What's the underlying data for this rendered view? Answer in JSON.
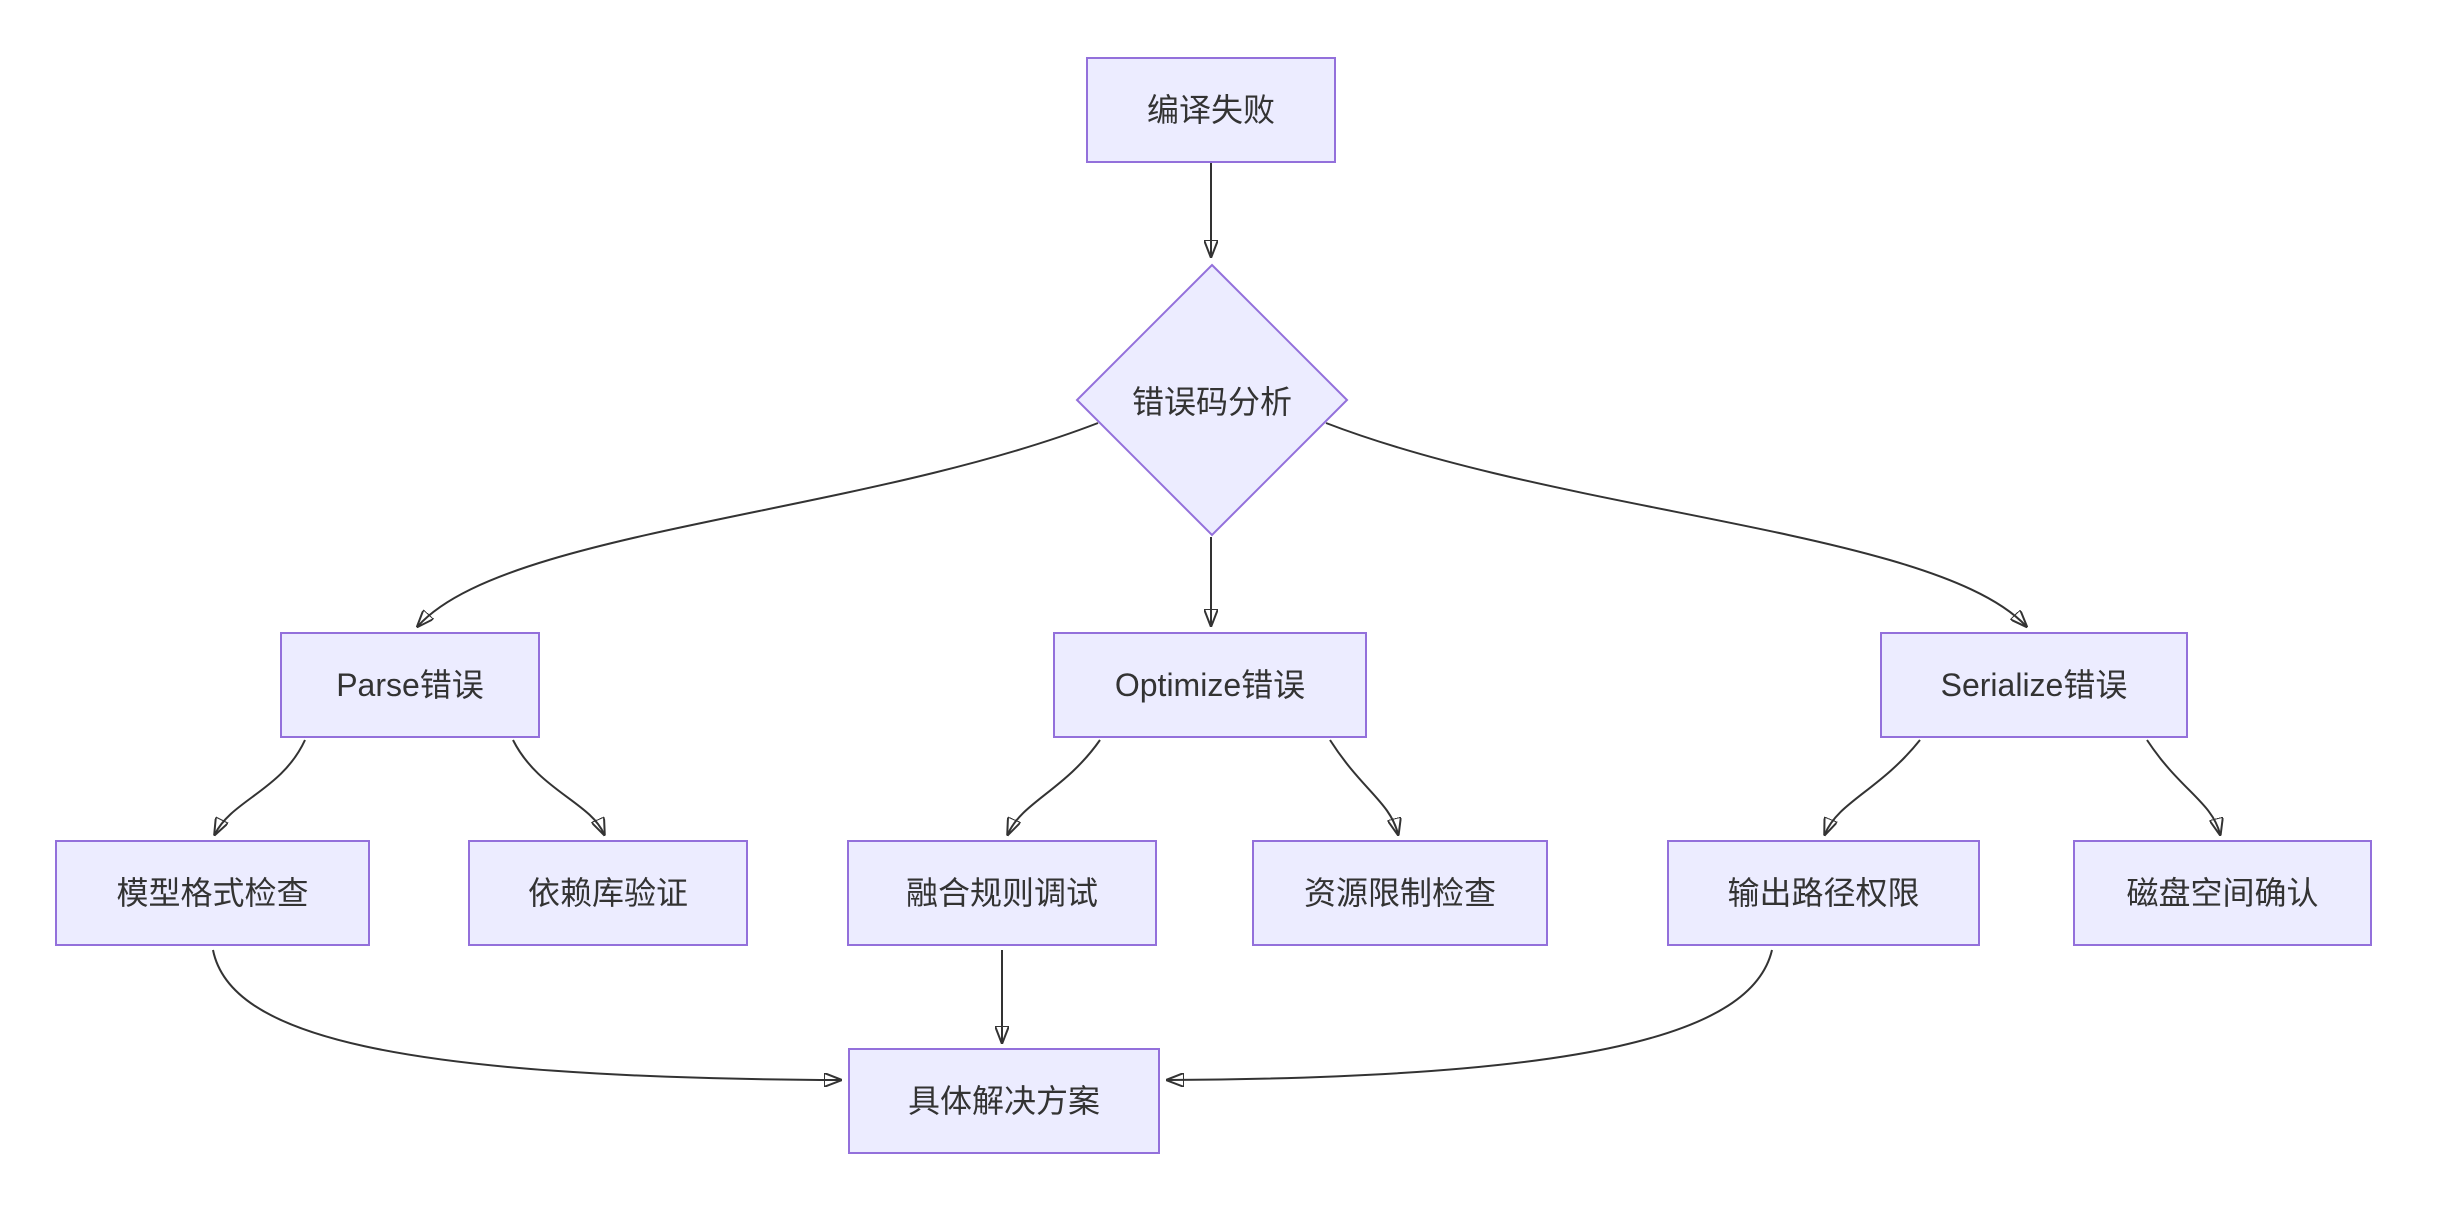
{
  "diagram": {
    "type": "flowchart",
    "direction": "top-down",
    "colors": {
      "background": "#ffffff",
      "node_fill": "#ECECFF",
      "node_border": "#9370DB",
      "edge_color": "#333333",
      "text_color": "#333333"
    },
    "nodes": {
      "compile_failure": {
        "label": "编译失败",
        "shape": "rect"
      },
      "error_code_analysis": {
        "label": "错误码分析",
        "shape": "diamond"
      },
      "parse_error": {
        "label": "Parse错误",
        "shape": "rect"
      },
      "optimize_error": {
        "label": "Optimize错误",
        "shape": "rect"
      },
      "serialize_error": {
        "label": "Serialize错误",
        "shape": "rect"
      },
      "model_format_check": {
        "label": "模型格式检查",
        "shape": "rect"
      },
      "dependency_lib_verify": {
        "label": "依赖库验证",
        "shape": "rect"
      },
      "fusion_rule_debug": {
        "label": "融合规则调试",
        "shape": "rect"
      },
      "resource_limit_check": {
        "label": "资源限制检查",
        "shape": "rect"
      },
      "output_path_permission": {
        "label": "输出路径权限",
        "shape": "rect"
      },
      "disk_space_confirm": {
        "label": "磁盘空间确认",
        "shape": "rect"
      },
      "solution": {
        "label": "具体解决方案",
        "shape": "rect"
      }
    },
    "edges": [
      {
        "from": "compile_failure",
        "to": "error_code_analysis"
      },
      {
        "from": "error_code_analysis",
        "to": "parse_error"
      },
      {
        "from": "error_code_analysis",
        "to": "optimize_error"
      },
      {
        "from": "error_code_analysis",
        "to": "serialize_error"
      },
      {
        "from": "parse_error",
        "to": "model_format_check"
      },
      {
        "from": "parse_error",
        "to": "dependency_lib_verify"
      },
      {
        "from": "optimize_error",
        "to": "fusion_rule_debug"
      },
      {
        "from": "optimize_error",
        "to": "resource_limit_check"
      },
      {
        "from": "serialize_error",
        "to": "output_path_permission"
      },
      {
        "from": "serialize_error",
        "to": "disk_space_confirm"
      },
      {
        "from": "model_format_check",
        "to": "solution"
      },
      {
        "from": "fusion_rule_debug",
        "to": "solution"
      },
      {
        "from": "output_path_permission",
        "to": "solution"
      }
    ]
  }
}
